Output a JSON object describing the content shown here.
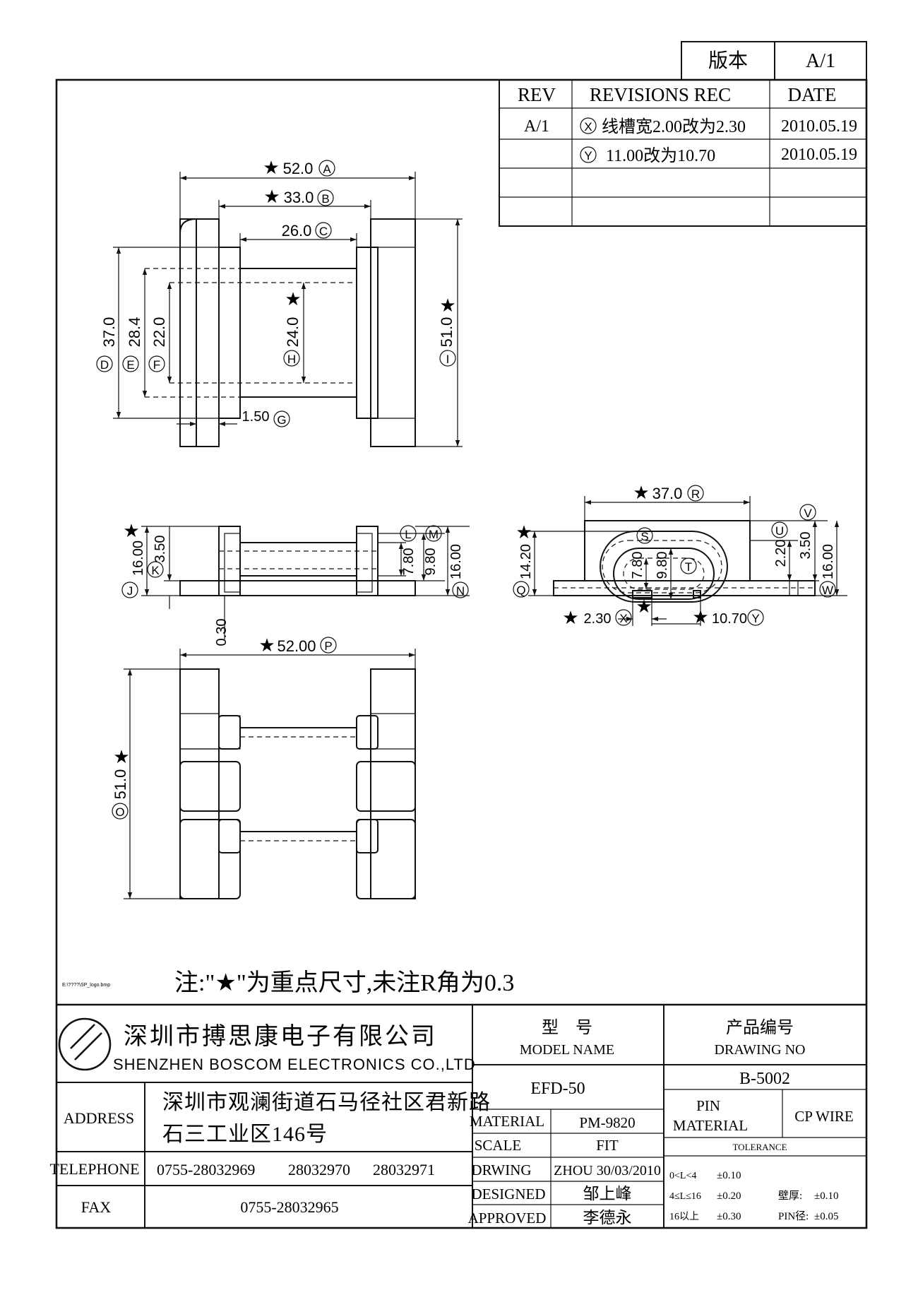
{
  "version_box": {
    "label": "版本",
    "value": "A/1"
  },
  "revisions": {
    "headers": [
      "REV",
      "REVISIONS REC",
      "DATE"
    ],
    "rows": [
      {
        "rev": "A/1",
        "marker": "X",
        "text": "线槽宽2.00改为2.30",
        "date": "2010.05.19"
      },
      {
        "rev": "",
        "marker": "Y",
        "text": "11.00改为10.70",
        "date": "2010.05.19"
      },
      {
        "rev": "",
        "marker": "",
        "text": "",
        "date": ""
      },
      {
        "rev": "",
        "marker": "",
        "text": "",
        "date": ""
      }
    ]
  },
  "star": "★",
  "dims": {
    "A": {
      "value": "52.0",
      "letter": "A"
    },
    "B": {
      "value": "33.0",
      "letter": "B"
    },
    "C": {
      "value": "26.0",
      "letter": "C"
    },
    "D": {
      "value": "37.0",
      "letter": "D"
    },
    "E": {
      "value": "28.4",
      "letter": "E"
    },
    "F": {
      "value": "22.0",
      "letter": "F"
    },
    "G": {
      "value": "1.50",
      "letter": "G"
    },
    "H": {
      "value": "24.0",
      "letter": "H"
    },
    "I": {
      "value": "51.0",
      "letter": "I"
    },
    "J": {
      "value": "16.00",
      "letter": "J"
    },
    "K": {
      "value": "3.50",
      "letter": "K"
    },
    "L": {
      "value": "7.80",
      "letter": "L"
    },
    "M": {
      "value": "9.80",
      "letter": "M"
    },
    "N": {
      "value": "16.00",
      "letter": "N"
    },
    "P": {
      "value": "52.00",
      "letter": "P"
    },
    "O": {
      "value": "51.0",
      "letter": "O"
    },
    "Q": {
      "value": "14.20",
      "letter": "Q"
    },
    "R": {
      "value": "37.0",
      "letter": "R"
    },
    "S": {
      "value": "7.80",
      "letter": "S"
    },
    "T": {
      "value": "9.80",
      "letter": "T"
    },
    "U": {
      "value": "2.20",
      "letter": "U"
    },
    "V": {
      "value": "3.50",
      "letter": "V"
    },
    "W": {
      "value": "16.00",
      "letter": "W"
    },
    "X": {
      "value": "2.30",
      "letter": "X"
    },
    "Y": {
      "value": "10.70",
      "letter": "Y"
    },
    "side_gap": {
      "value": "0.30"
    }
  },
  "logo_placeholder": "E:\\????\\SP_logo.bmp",
  "note": {
    "prefix": "注:\"",
    "star": "★",
    "suffix": "\"为重点尺寸,未注R角为0.3"
  },
  "title_block": {
    "company_cn": "深圳市搏思康电子有限公司",
    "company_en": "SHENZHEN BOSCOM ELECTRONICS CO.,LTD",
    "model_label_cn": "型    号",
    "model_label_en": "MODEL NAME",
    "model_value": "EFD-50",
    "drawing_label_cn": "产品编号",
    "drawing_label_en": "DRAWING NO",
    "drawing_value": "B-5002",
    "address_label": "ADDRESS",
    "address_line1": "深圳市观澜街道石马径社区君新路",
    "address_line2": "石三工业区146号",
    "telephone_label": "TELEPHONE",
    "tel1": "0755-28032969",
    "tel2": "28032970",
    "tel3": "28032971",
    "fax_label": "FAX",
    "fax": "0755-28032965",
    "material_label": "MATERIAL",
    "material_value": "PM-9820",
    "scale_label": "SCALE",
    "scale_value": "FIT",
    "drawing_by_label": "DRWING",
    "drawing_by_value": "ZHOU 30/03/2010",
    "designed_label": "DESIGNED",
    "designed_value": "邹上峰",
    "approved_label": "APPROVED",
    "approved_value": "李德永",
    "pin_label": "PIN",
    "pin_material_label": "MATERIAL",
    "pin_value": "CP WIRE",
    "tolerance_label": "TOLERANCE",
    "tol_rows": [
      {
        "range": "0<L<4",
        "value": "±0.10",
        "extra_label": "",
        "extra_value": ""
      },
      {
        "range": "4≤L≤16",
        "value": "±0.20",
        "extra_label": "壁厚:",
        "extra_value": "±0.10"
      },
      {
        "range": "16以上",
        "value": "±0.30",
        "extra_label": "PIN径:",
        "extra_value": "±0.05"
      }
    ]
  }
}
